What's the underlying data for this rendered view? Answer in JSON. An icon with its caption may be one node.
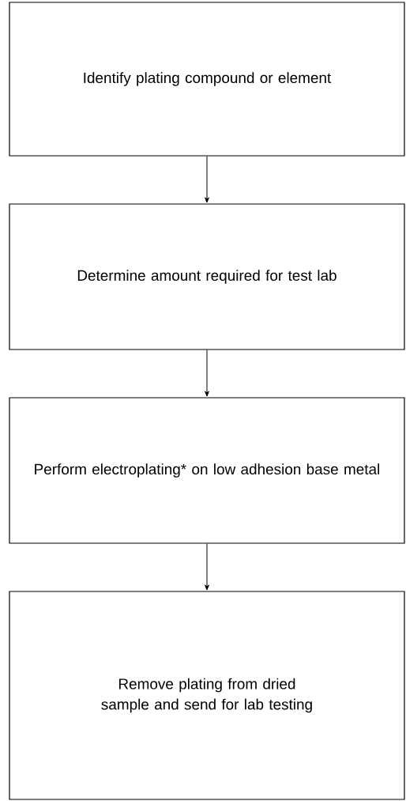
{
  "diagram": {
    "nodes": [
      {
        "text": [
          "Identify plating compound or element"
        ]
      },
      {
        "text": [
          "Determine amount required for test lab"
        ]
      },
      {
        "text": [
          "Perform electroplating* on low adhesion base metal"
        ]
      },
      {
        "text": [
          "Remove plating from dried sample and send for lab testing"
        ]
      }
    ],
    "edges": [
      {
        "from": 0,
        "to": 1,
        "arrow": "to"
      },
      {
        "from": 1,
        "to": 2,
        "arrow": "to"
      },
      {
        "from": 2,
        "to": 3,
        "arrow": "to"
      }
    ]
  }
}
